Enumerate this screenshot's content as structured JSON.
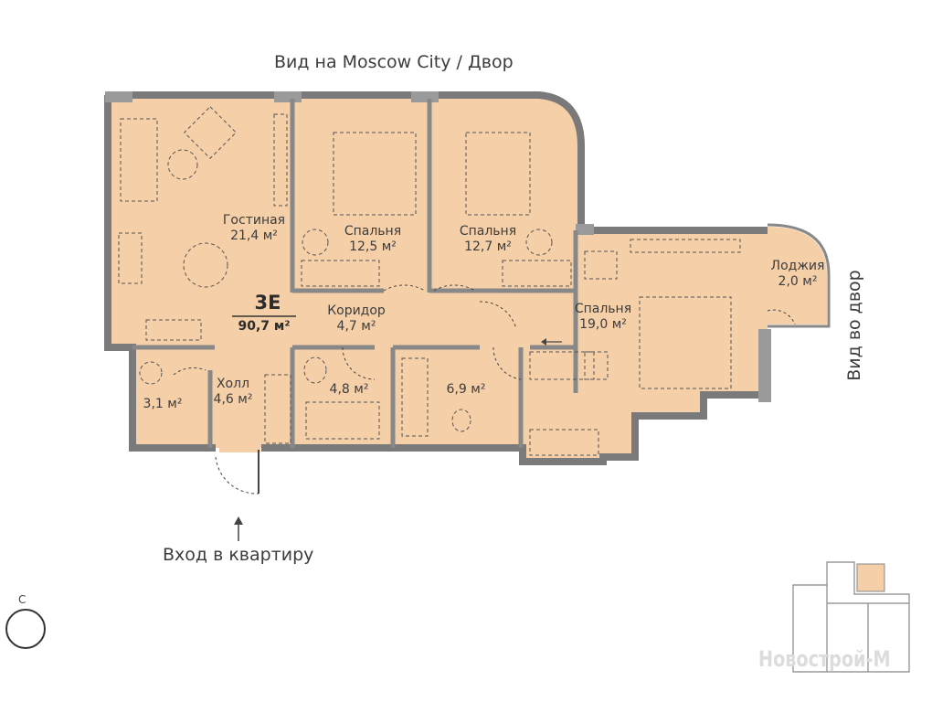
{
  "views": {
    "top": "Вид на Moscow City / Двор",
    "right": "Вид во двор"
  },
  "entrance": "Вход в квартиру",
  "apartment": {
    "id": "3E",
    "area": "90,7 м²"
  },
  "rooms": {
    "living": {
      "name": "Гостиная",
      "area": "21,4 м²"
    },
    "bedroom1": {
      "name": "Спальня",
      "area": "12,5 м²"
    },
    "bedroom2": {
      "name": "Спальня",
      "area": "12,7 м²"
    },
    "bedroom3": {
      "name": "Спальня",
      "area": "19,0 м²"
    },
    "loggia": {
      "name": "Лоджия",
      "area": "2,0 м²"
    },
    "corridor": {
      "name": "Коридор",
      "area": "4,7 м²"
    },
    "hall": {
      "name": "Холл",
      "area": "4,6 м²"
    },
    "wc": {
      "area": "3,1 м²"
    },
    "bath1": {
      "area": "4,8 м²"
    },
    "bath2": {
      "area": "6,9 м²"
    }
  },
  "compass": {
    "label": "С"
  },
  "watermark": "Новострой-М",
  "colors": {
    "floor": "#f5cfa8",
    "wall": "#7a7a7a",
    "line": "#555555"
  }
}
